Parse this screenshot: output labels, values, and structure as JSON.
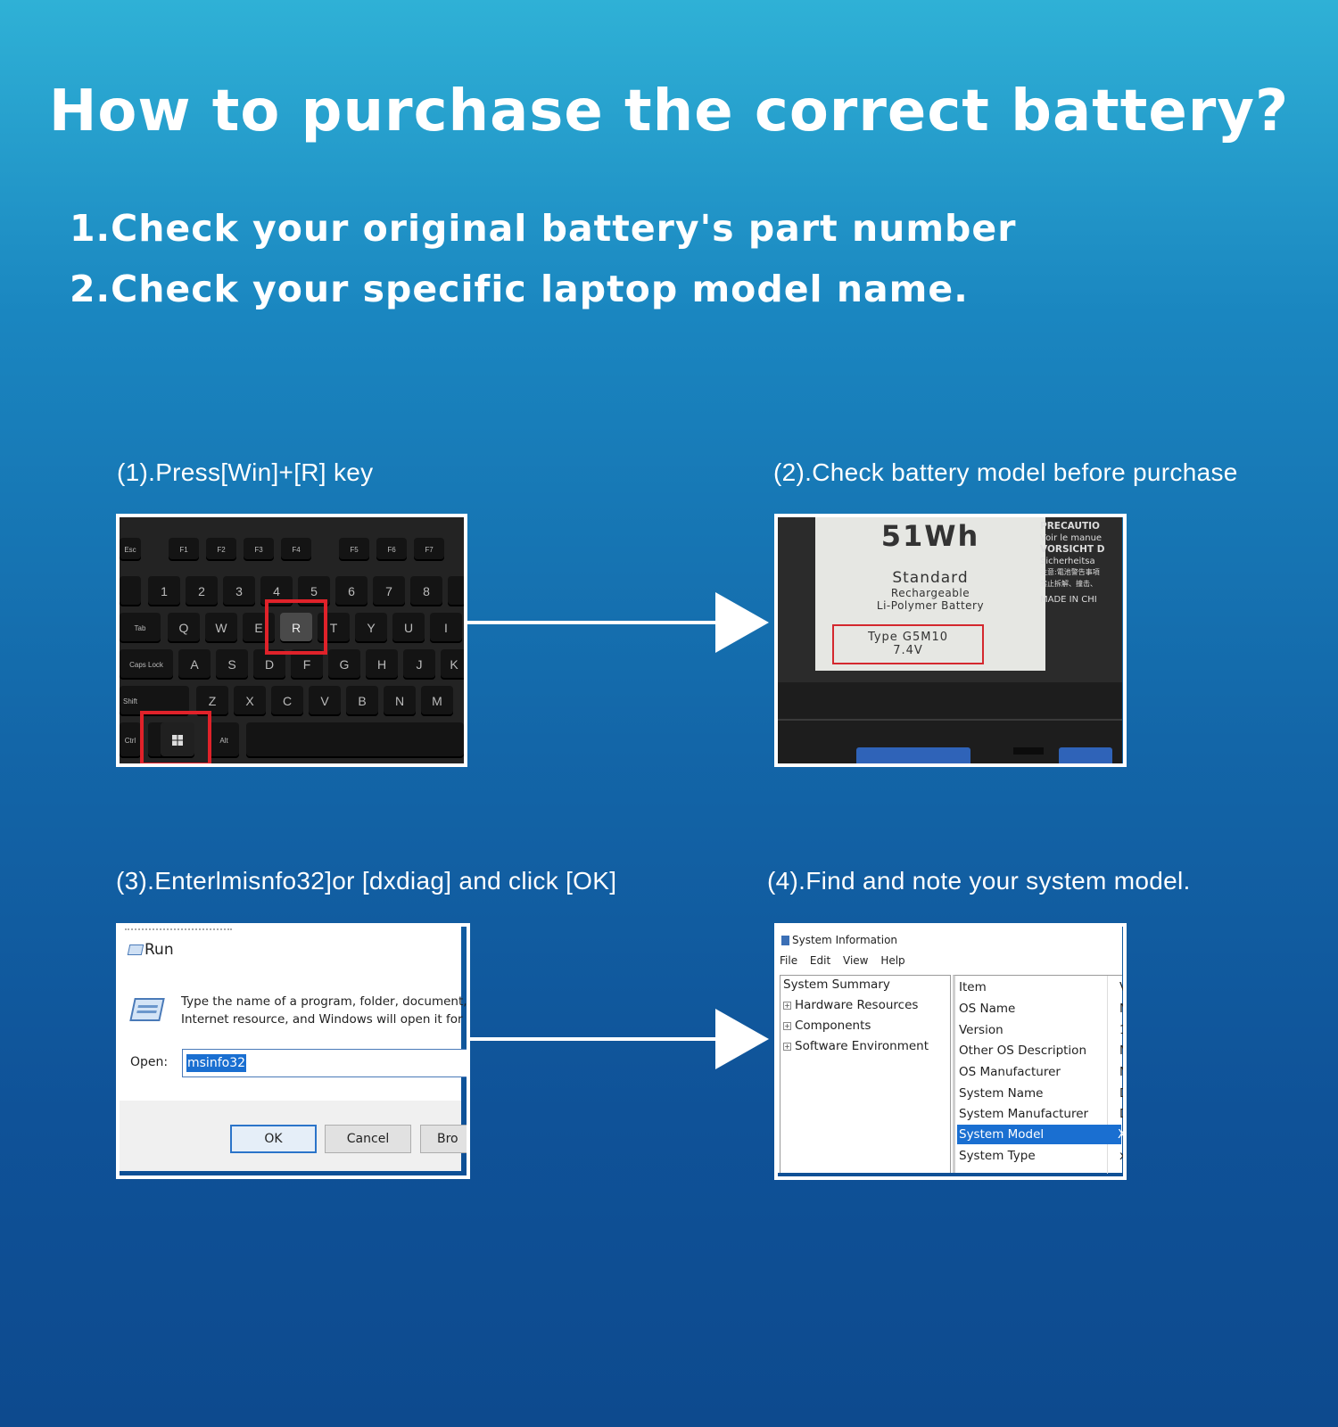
{
  "title": "How to purchase the correct battery?",
  "steps": [
    "1.Check your original battery's part number",
    "2.Check your specific laptop model name."
  ],
  "captions": {
    "step1": "(1).Press[Win]+[R] key",
    "step2": "(2).Check battery model before purchase",
    "step3": "(3).Enterlmisnfo32]or [dxdiag] and click [OK]",
    "step4": "(4).Find and note your system model."
  },
  "keyboard": {
    "fn_row": [
      "Esc",
      "F1",
      "F2",
      "F3",
      "F4",
      "F5",
      "F6",
      "F7"
    ],
    "num_row": [
      "1",
      "2",
      "3",
      "4",
      "5",
      "6",
      "7",
      "8"
    ],
    "q_row": [
      "Tab",
      "Q",
      "W",
      "E",
      "R",
      "T",
      "Y",
      "U",
      "I"
    ],
    "a_row": [
      "Caps Lock",
      "A",
      "S",
      "D",
      "F",
      "G",
      "H",
      "J",
      "K"
    ],
    "z_row": [
      "Shift",
      "Z",
      "X",
      "C",
      "V",
      "B",
      "N",
      "M"
    ],
    "bottom_row": [
      "Ctrl",
      "Alt"
    ],
    "highlighted": [
      "R",
      "Win"
    ]
  },
  "battery_label": {
    "capacity": "51Wh",
    "standard": "Standard",
    "rechargeable": "Rechargeable",
    "chemistry": "Li-Polymer Battery",
    "type": "Type G5M10",
    "voltage": "7.4V",
    "side_text": [
      "PRECAUTIO",
      "Voir le manue",
      "VORSICHT D",
      "Sicherheitsa",
      "注意:電池警告事項",
      "禁止拆解、撞击、",
      "MADE IN CHI"
    ]
  },
  "run_dialog": {
    "title": "Run",
    "desc_line1": "Type the name of a program, folder, document,",
    "desc_line2": "Internet resource, and Windows will open it for",
    "open_label": "Open:",
    "input_value": "msinfo32",
    "ok": "OK",
    "cancel": "Cancel",
    "browse": "Bro"
  },
  "system_info": {
    "window_title": "System Information",
    "menu": [
      "File",
      "Edit",
      "View",
      "Help"
    ],
    "tree": [
      "System Summary",
      "Hardware Resources",
      "Components",
      "Software Environment"
    ],
    "items": [
      "Item",
      "OS Name",
      "Version",
      "Other OS Description",
      "OS Manufacturer",
      "System Name",
      "System Manufacturer",
      "System Model",
      "System Type"
    ],
    "values": [
      "V",
      "N",
      "1",
      "N",
      "N",
      "D",
      "D",
      "X",
      "x"
    ],
    "selected": "System Model"
  },
  "colors": {
    "highlight_red": "#e0222a",
    "selection_blue": "#1a6fd1",
    "background_top": "#2fb1d6",
    "background_bottom": "#0d4a8e"
  }
}
